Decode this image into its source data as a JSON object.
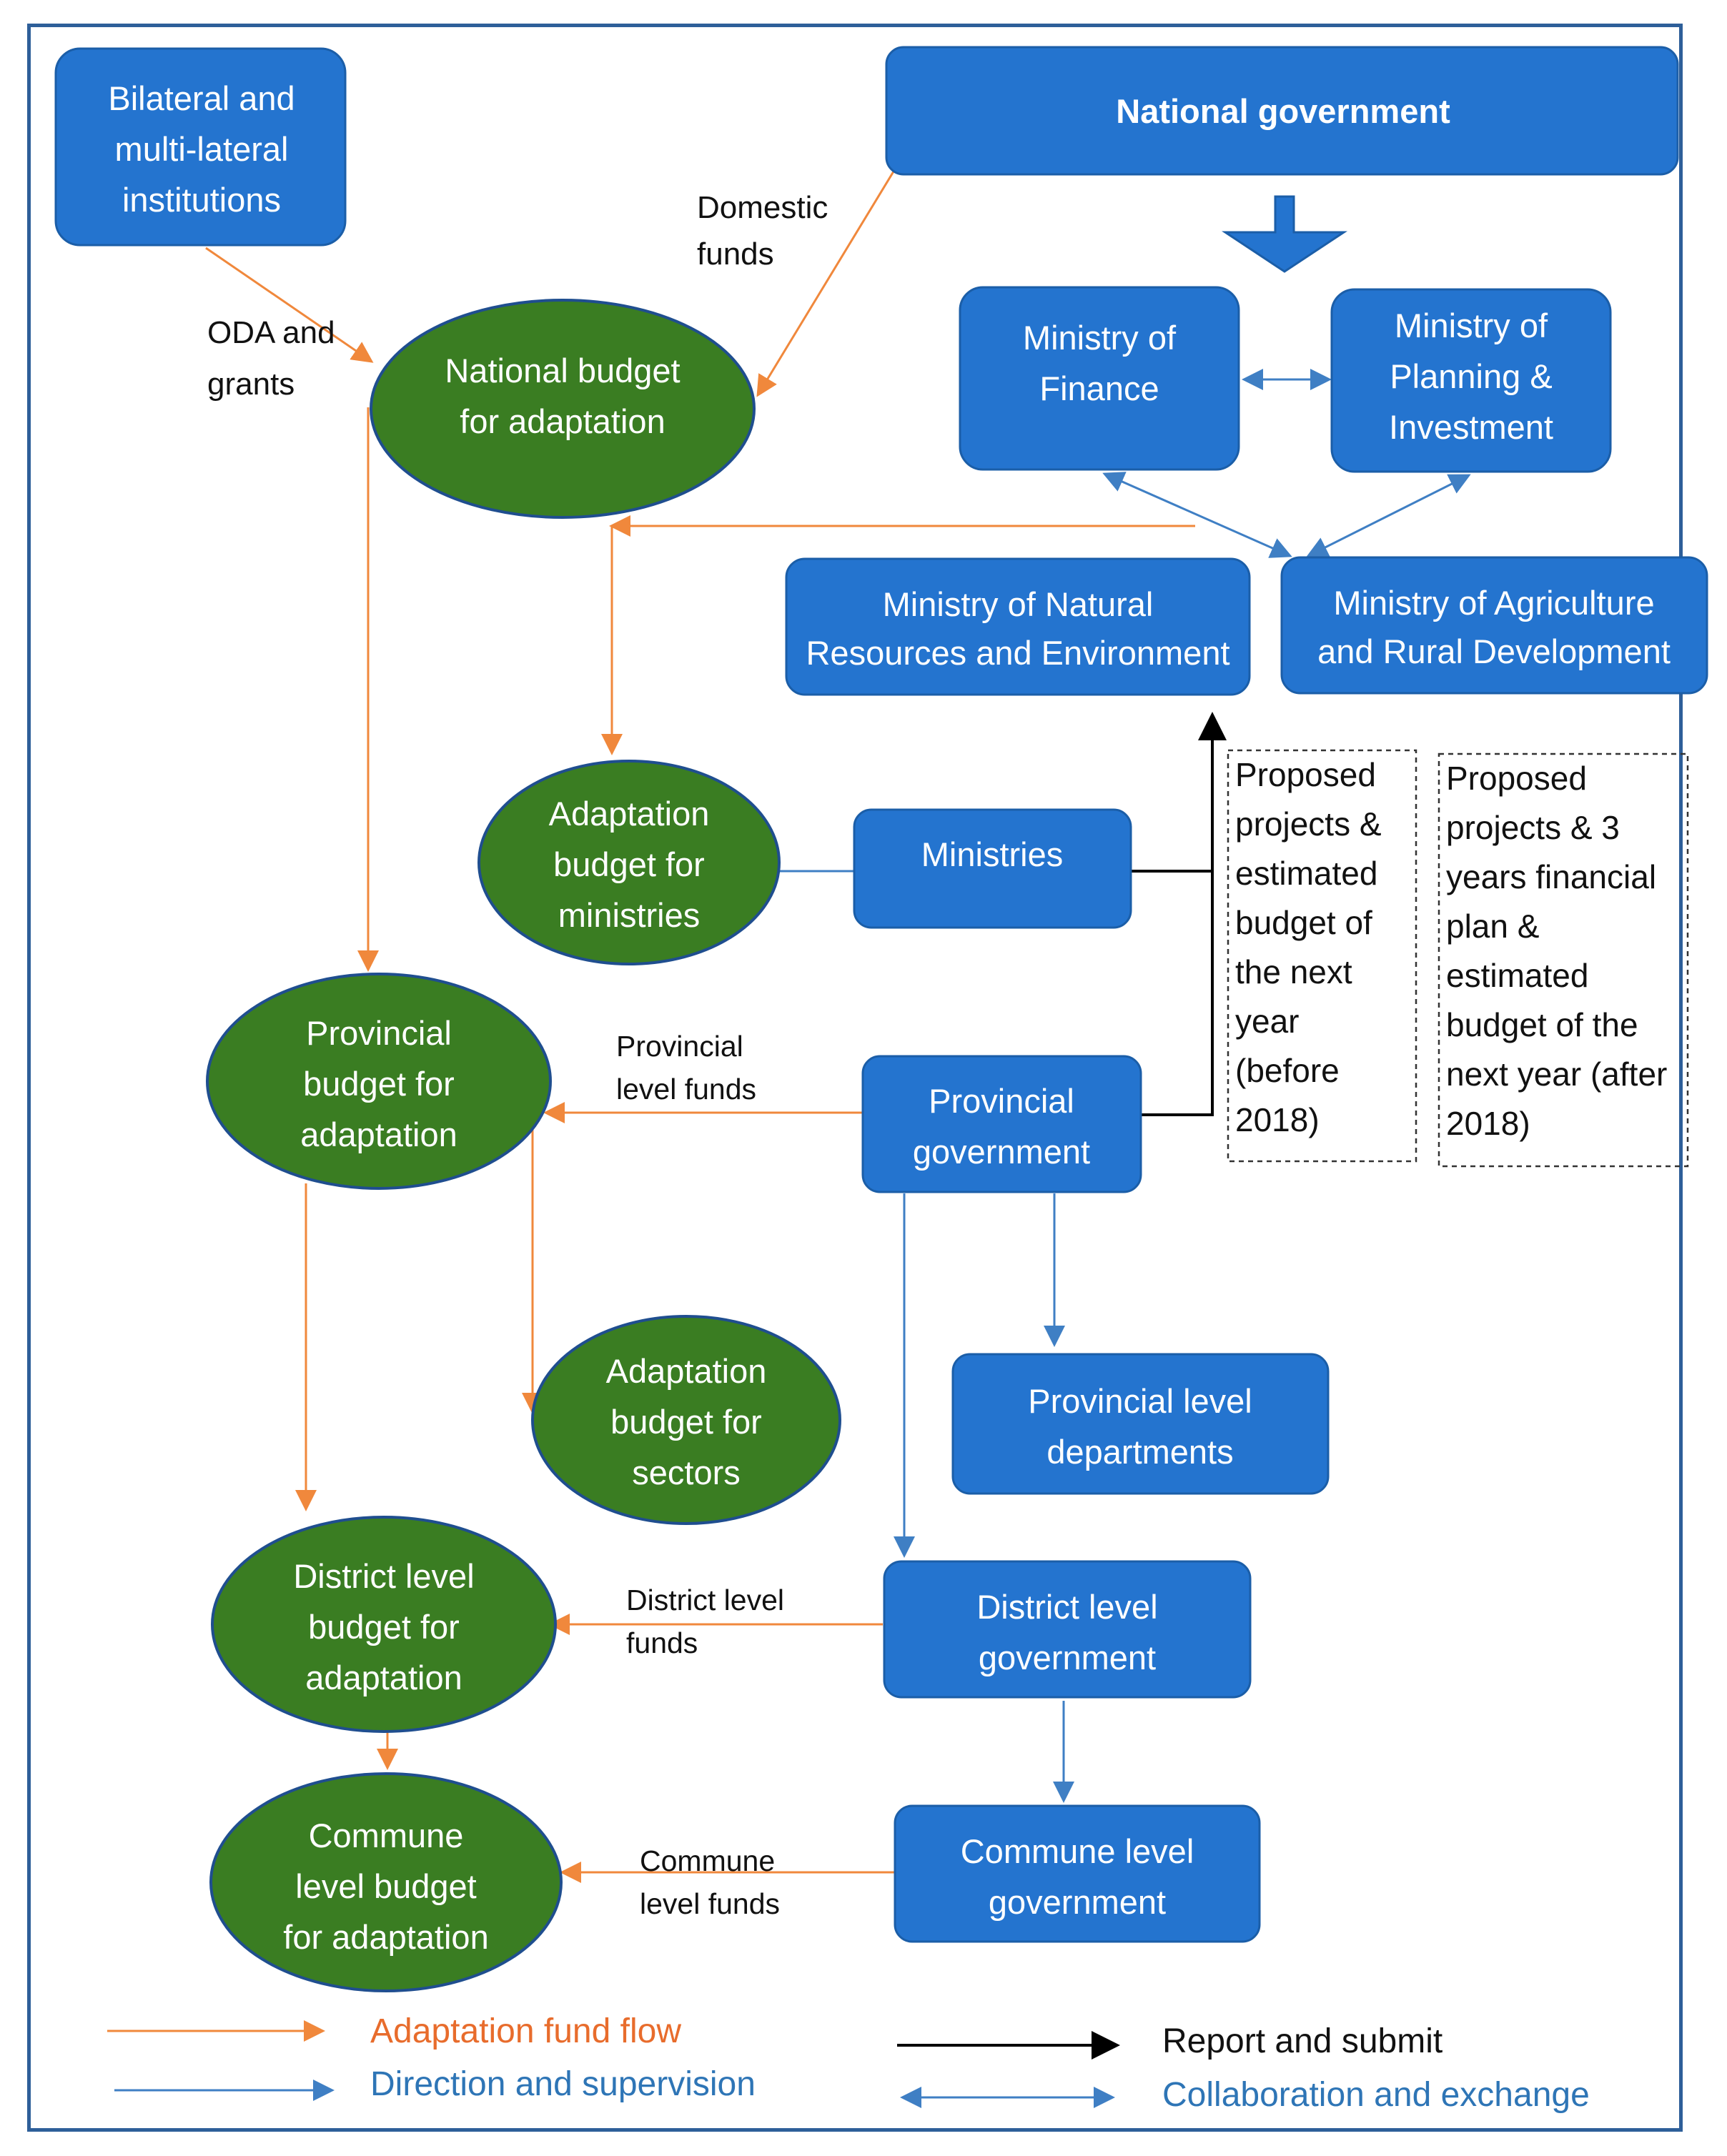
{
  "nodes": {
    "bilateral": [
      "Bilateral and",
      "multi-lateral",
      "institutions"
    ],
    "national_government": [
      "National government"
    ],
    "ministry_finance": [
      "Ministry of",
      "Finance"
    ],
    "ministry_planning": [
      "Ministry of",
      "Planning &",
      "Investment"
    ],
    "ministry_natural": [
      "Ministry of Natural",
      "Resources and Environment"
    ],
    "ministry_agriculture": [
      "Ministry of Agriculture",
      "and Rural Development"
    ],
    "national_budget": [
      "National budget",
      "for adaptation"
    ],
    "adaptation_ministries": [
      "Adaptation",
      "budget for",
      "ministries"
    ],
    "ministries": [
      "Ministries"
    ],
    "provincial_budget": [
      "Provincial",
      "budget for",
      "adaptation"
    ],
    "provincial_government": [
      "Provincial",
      "government"
    ],
    "adaptation_sectors": [
      "Adaptation",
      "budget for",
      "sectors"
    ],
    "provincial_departments": [
      "Provincial level",
      "departments"
    ],
    "district_budget": [
      "District level",
      "budget for",
      "adaptation"
    ],
    "district_government": [
      "District level",
      "government"
    ],
    "commune_budget": [
      "Commune",
      "level budget",
      "for adaptation"
    ],
    "commune_government": [
      "Commune level",
      "government"
    ]
  },
  "edge_labels": {
    "domestic_funds": [
      "Domestic",
      "funds"
    ],
    "oda_grants": [
      "ODA and",
      "grants"
    ],
    "provincial_funds": [
      "Provincial",
      "level funds"
    ],
    "district_funds": [
      "District level",
      "funds"
    ],
    "commune_funds": [
      "Commune",
      "level funds"
    ]
  },
  "notes": {
    "before_2018": [
      "Proposed",
      "projects &",
      "estimated",
      "budget of",
      "the next",
      "year",
      "(before",
      "2018)"
    ],
    "after_2018": [
      "Proposed",
      "projects & 3",
      "years financial",
      "plan &",
      "estimated",
      "budget of the",
      "next year (after",
      "2018)"
    ]
  },
  "legend": {
    "fund_flow": "Adaptation fund flow",
    "direction": "Direction and supervision",
    "report": "Report and submit",
    "collaboration": "Collaboration and exchange"
  },
  "colors": {
    "blue_box": "#2474cf",
    "green_ellipse": "#3a7d22",
    "orange_arrow": "#f0883c",
    "blue_arrow": "#3f7fc4",
    "black_arrow": "#000000",
    "legend_orange_text": "#e86c2c",
    "legend_blue_text": "#2e75b6"
  }
}
